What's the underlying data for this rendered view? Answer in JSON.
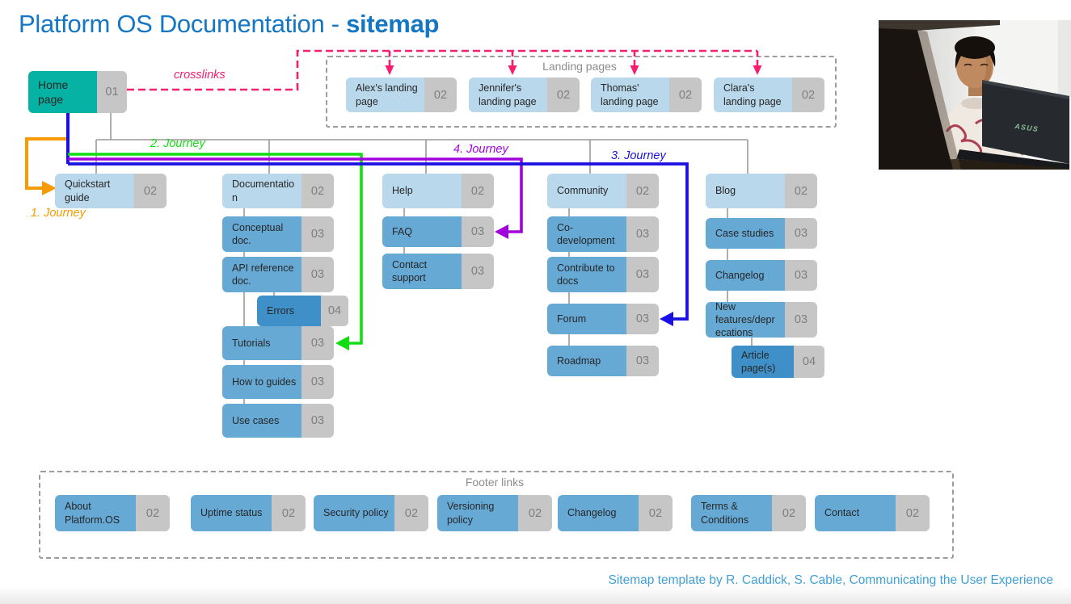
{
  "title": {
    "regular": "Platform OS Documentation - ",
    "bold": "sitemap"
  },
  "home": {
    "label": "Home page",
    "level": "01"
  },
  "crosslinks_label": "crosslinks",
  "landing_pages": {
    "group_label": "Landing pages",
    "items": [
      {
        "label": "Alex's landing page",
        "level": "02"
      },
      {
        "label": "Jennifer's landing page",
        "level": "02"
      },
      {
        "label": "Thomas' landing page",
        "level": "02"
      },
      {
        "label": "Clara's landing page",
        "level": "02"
      }
    ]
  },
  "journey_labels": {
    "j1": "1. Journey",
    "j2": "2. Journey",
    "j3": "3. Journey",
    "j4": "4. Journey"
  },
  "tree": {
    "columns": [
      {
        "root": {
          "label": "Quickstart guide",
          "level": "02"
        },
        "children": []
      },
      {
        "root": {
          "label": "Documentation",
          "level": "02"
        },
        "children": [
          {
            "label": "Conceptual doc.",
            "level": "03"
          },
          {
            "label": "API reference doc.",
            "level": "03"
          },
          {
            "label": "Errors",
            "level": "04"
          },
          {
            "label": "Tutorials",
            "level": "03"
          },
          {
            "label": "How to guides",
            "level": "03"
          },
          {
            "label": "Use cases",
            "level": "03"
          }
        ]
      },
      {
        "root": {
          "label": "Help",
          "level": "02"
        },
        "children": [
          {
            "label": "FAQ",
            "level": "03"
          },
          {
            "label": "Contact support",
            "level": "03"
          }
        ]
      },
      {
        "root": {
          "label": "Community",
          "level": "02"
        },
        "children": [
          {
            "label": "Co-development",
            "level": "03"
          },
          {
            "label": "Contribute to docs",
            "level": "03"
          },
          {
            "label": "Forum",
            "level": "03"
          },
          {
            "label": "Roadmap",
            "level": "03"
          }
        ]
      },
      {
        "root": {
          "label": "Blog",
          "level": "02"
        },
        "children": [
          {
            "label": "Case studies",
            "level": "03"
          },
          {
            "label": "Changelog",
            "level": "03"
          },
          {
            "label": "New features/deprecations",
            "level": "03"
          },
          {
            "label": "Article page(s)",
            "level": "04"
          }
        ]
      }
    ]
  },
  "footer": {
    "group_label": "Footer links",
    "items": [
      {
        "label": "About Platform.OS",
        "level": "02"
      },
      {
        "label": "Uptime status",
        "level": "02"
      },
      {
        "label": "Security policy",
        "level": "02"
      },
      {
        "label": "Versioning policy",
        "level": "02"
      },
      {
        "label": "Changelog",
        "level": "02"
      },
      {
        "label": "Terms & Conditions",
        "level": "02"
      },
      {
        "label": "Contact",
        "level": "02"
      }
    ]
  },
  "credit": "Sitemap template by R. Caddick, S. Cable, Communicating the User Experience",
  "photo": {
    "logo_text": "ASUS",
    "alt": "Man working on an ASUS laptop"
  },
  "colors": {
    "title": "#1377c5",
    "credit": "#3f9fd8",
    "level1": "#06b2a3",
    "level2": "#b9d8ec",
    "level3": "#66a9d5",
    "level4": "#3f90c8",
    "number_bg": "#c6c6c6",
    "number_text": "#7e7e7e",
    "connector": "#9a9a9a",
    "crosslink_pink": "#f81d6e",
    "journey1_orange": "#f89b00",
    "journey2_green": "#12dd12",
    "journey3_blue": "#1b10e3",
    "journey4_purple": "#a200dd"
  }
}
